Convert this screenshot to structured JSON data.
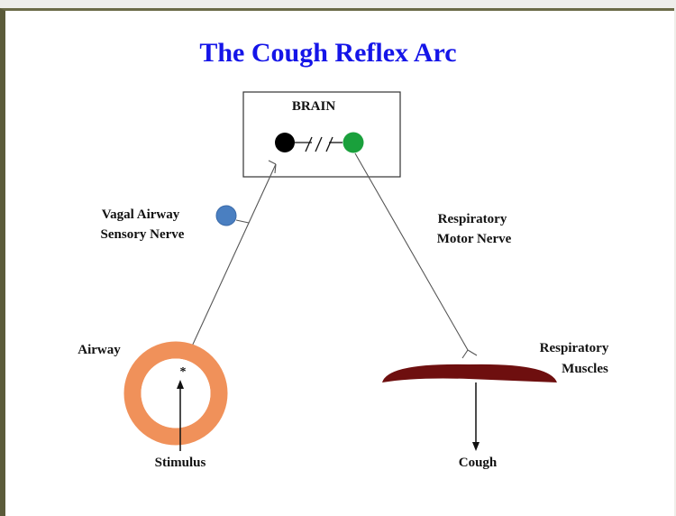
{
  "title": "The Cough Reflex Arc",
  "labels": {
    "brain": "BRAIN",
    "sensory_line1": "Vagal  Airway",
    "sensory_line2": "Sensory Nerve",
    "motor_line1": "Respiratory",
    "motor_line2": "Motor Nerve",
    "airway": "Airway",
    "muscles_line1": "Respiratory",
    "muscles_line2": "Muscles",
    "stimulus": "Stimulus",
    "cough": "Cough",
    "asterisk": "*"
  },
  "colors": {
    "title": "#1515e8",
    "sensory_neuron_body": "#4a7fc1",
    "brain_neuron_black": "#000000",
    "motor_neuron_body": "#1aa03c",
    "airway_wall": "#f0915a",
    "muscle": "#6e0f0f"
  }
}
